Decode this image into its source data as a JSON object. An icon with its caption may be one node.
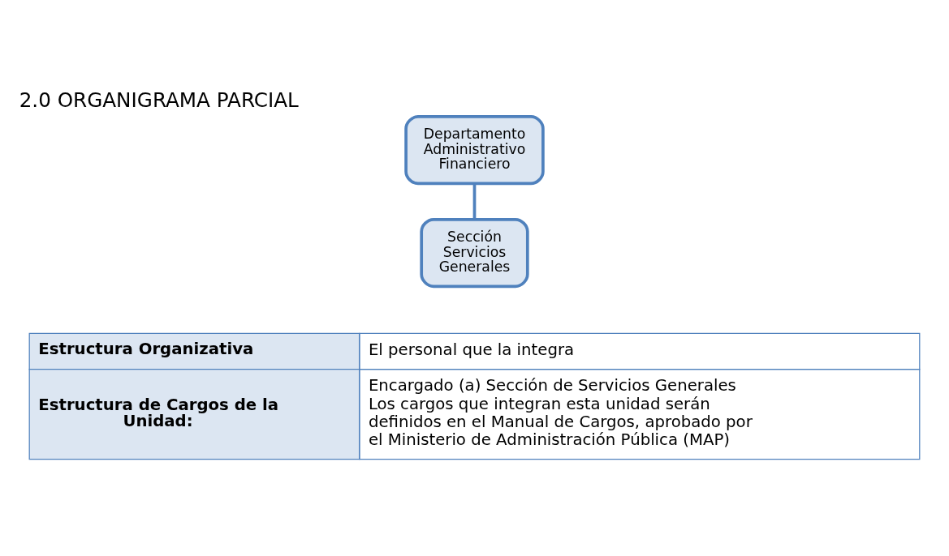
{
  "diagram": {
    "title": "2.0 ORGANIGRAMA PARCIAL",
    "nodes": [
      {
        "text": [
          "Departamento Administrativo Financiero"
        ]
      },
      {
        "text": [
          "Sección Servicios Generales"
        ]
      }
    ],
    "edges": [
      {
        "from": 0,
        "to": 1,
        "arrow": "none"
      }
    ],
    "labels": [
      "Estructura Organizativa",
      "El personal que la integra",
      "Estructura de Cargos de la Unidad:",
      "Encargado (a) Sección de Servicios Generales",
      "Los cargos que integran esta unidad serán definidos en el Manual de Cargos, aprobado por el Ministerio de Administración Pública (MAP)"
    ]
  }
}
